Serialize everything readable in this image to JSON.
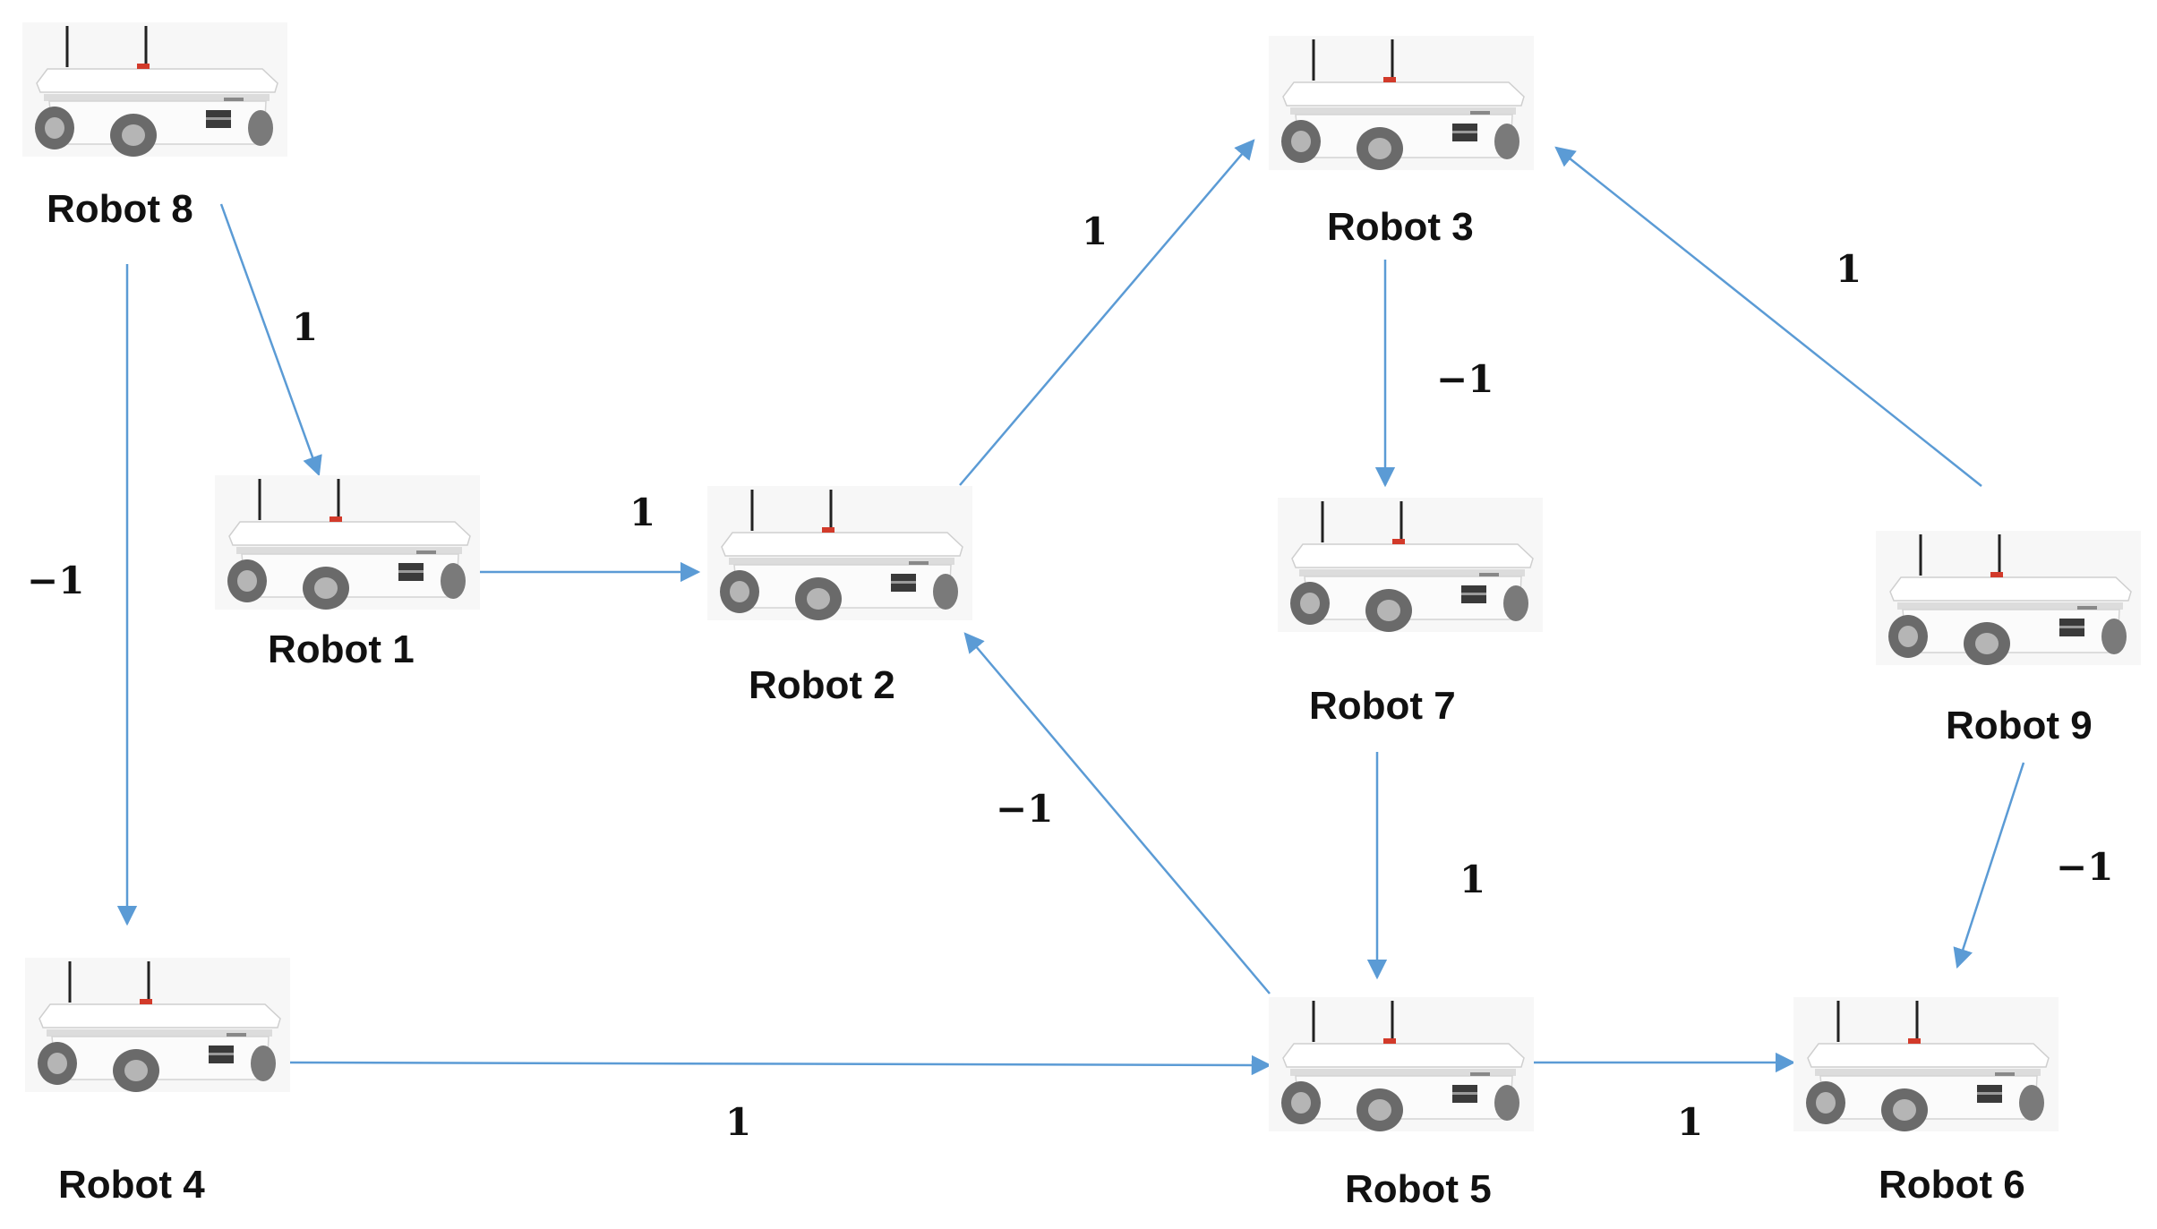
{
  "robots": [
    {
      "id": "robot-1",
      "label": "Robot 1"
    },
    {
      "id": "robot-2",
      "label": "Robot 2"
    },
    {
      "id": "robot-3",
      "label": "Robot 3"
    },
    {
      "id": "robot-4",
      "label": "Robot 4"
    },
    {
      "id": "robot-5",
      "label": "Robot 5"
    },
    {
      "id": "robot-6",
      "label": "Robot 6"
    },
    {
      "id": "robot-7",
      "label": "Robot 7"
    },
    {
      "id": "robot-8",
      "label": "Robot 8"
    },
    {
      "id": "robot-9",
      "label": "Robot 9"
    }
  ],
  "edges": [
    {
      "from": "Robot 8",
      "to": "Robot 1",
      "weight": "1"
    },
    {
      "from": "Robot 8",
      "to": "Robot 4",
      "weight": "−1"
    },
    {
      "from": "Robot 1",
      "to": "Robot 2",
      "weight": "1"
    },
    {
      "from": "Robot 2",
      "to": "Robot 3",
      "weight": "1"
    },
    {
      "from": "Robot 3",
      "to": "Robot 7",
      "weight": "−1"
    },
    {
      "from": "Robot 9",
      "to": "Robot 3",
      "weight": "1"
    },
    {
      "from": "Robot 5",
      "to": "Robot 2",
      "weight": "−1"
    },
    {
      "from": "Robot 7",
      "to": "Robot 5",
      "weight": "1"
    },
    {
      "from": "Robot 4",
      "to": "Robot 5",
      "weight": "1"
    },
    {
      "from": "Robot 5",
      "to": "Robot 6",
      "weight": "1"
    },
    {
      "from": "Robot 9",
      "to": "Robot 6",
      "weight": "−1"
    }
  ],
  "colors": {
    "edge": "#5b9bd5",
    "robot_body": "#f4f4f4",
    "robot_wheel": "#6a6a6a",
    "robot_accent": "#d23a2a"
  }
}
